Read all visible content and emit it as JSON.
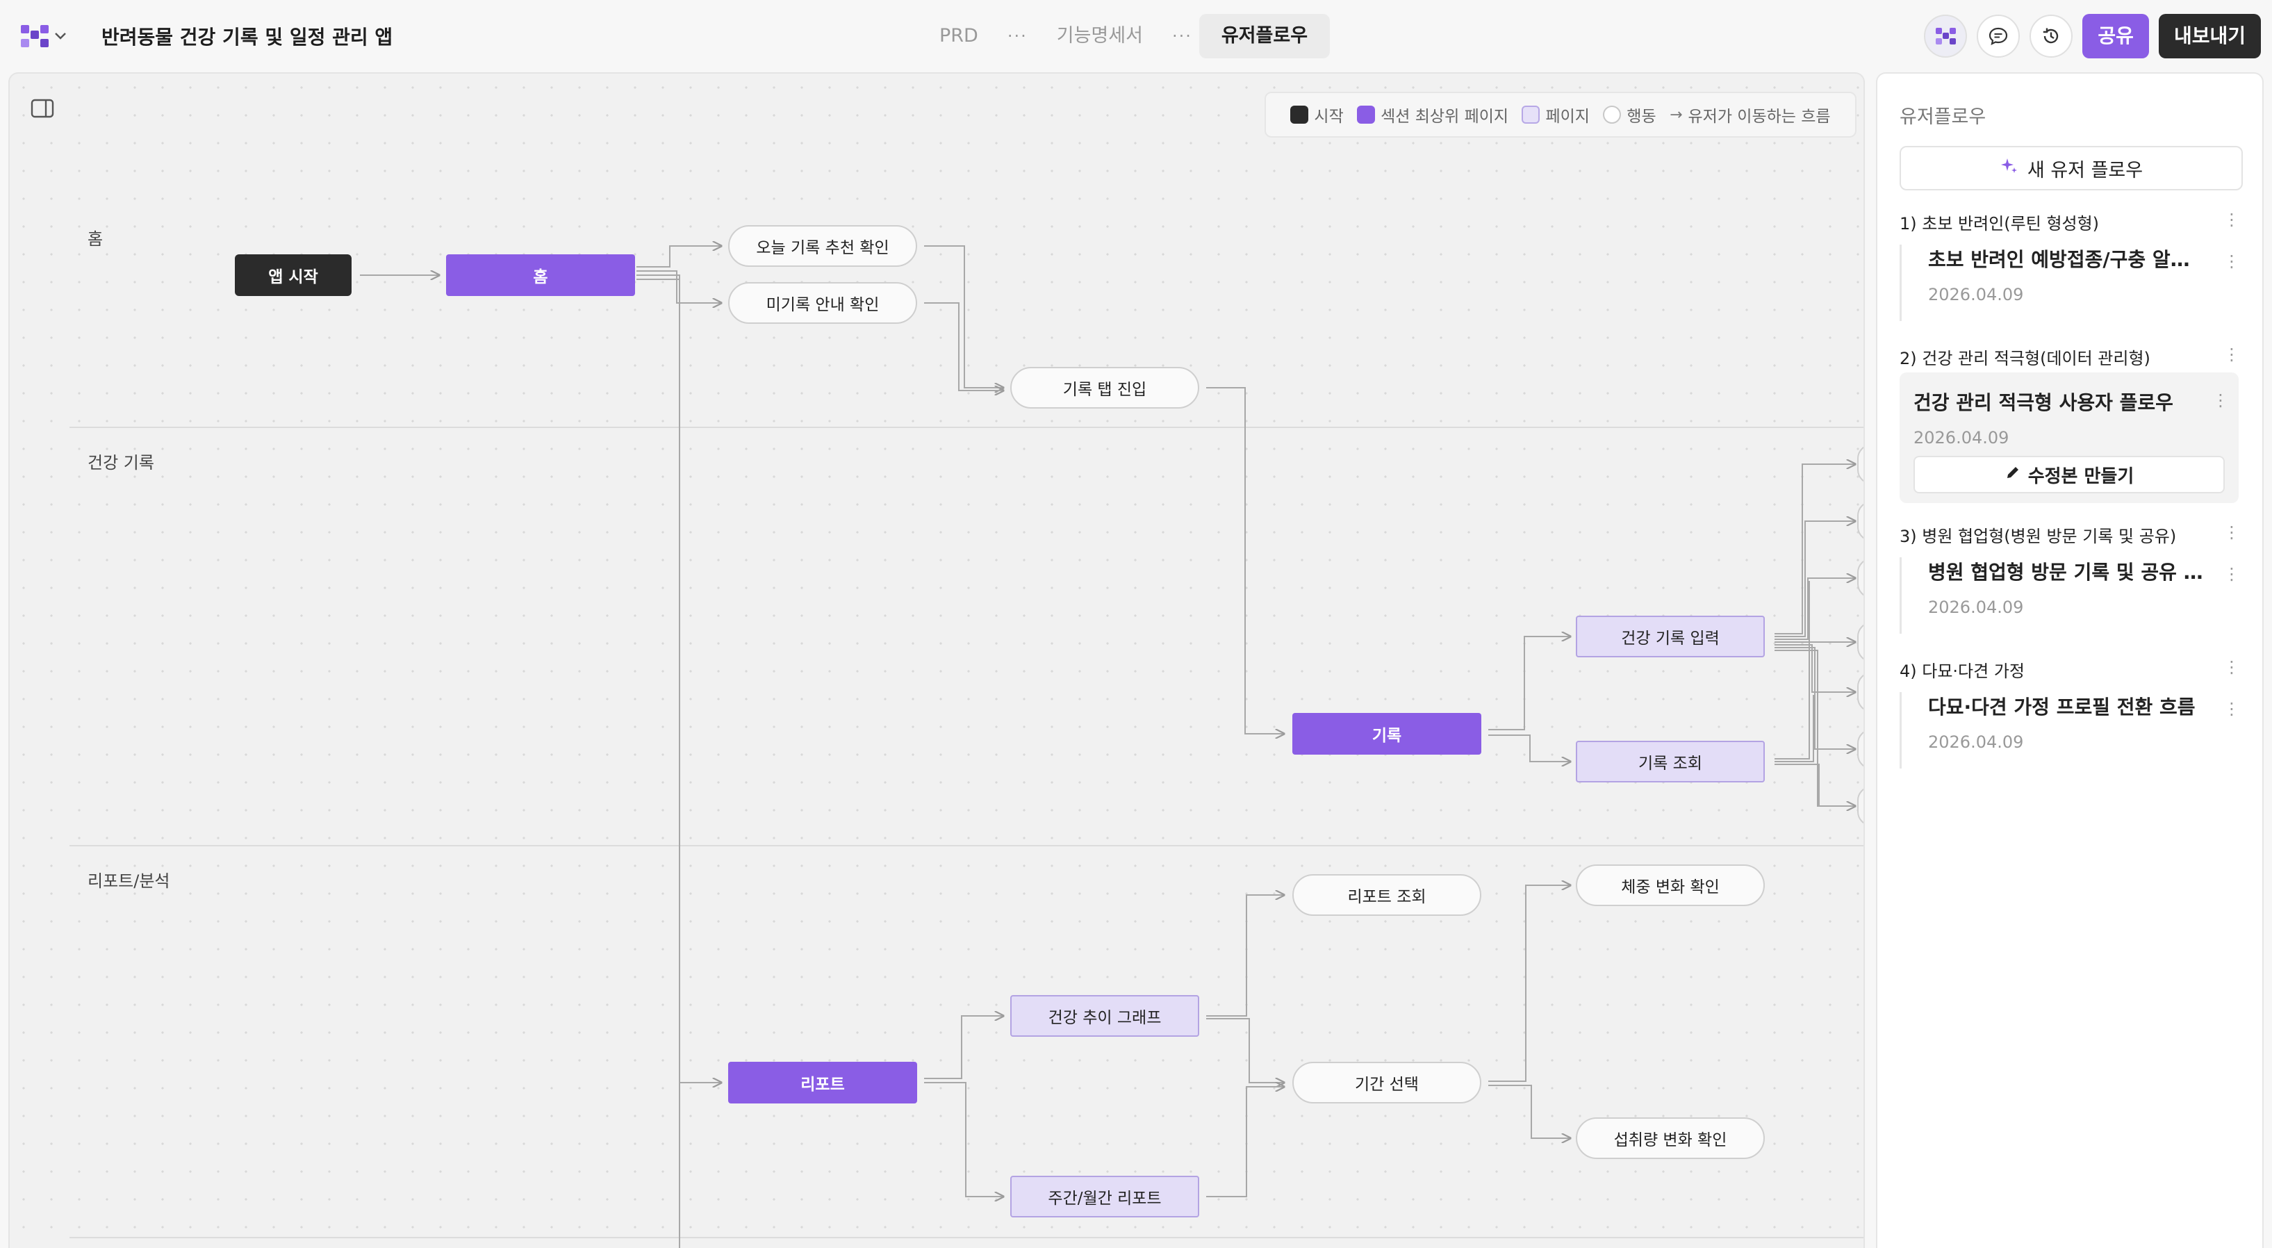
{
  "app": {
    "title": "반려동물 건강 기록 및 일정 관리 앱"
  },
  "doc_tabs": [
    {
      "label": "PRD"
    },
    {
      "label": "기능명세서"
    },
    {
      "label": "유저플로우",
      "active": true
    }
  ],
  "toolbar": {
    "share_label": "공유",
    "export_label": "내보내기"
  },
  "legend": {
    "start": "시작",
    "section": "섹션 최상위 페이지",
    "page": "페이지",
    "action": "행동",
    "flow": "유저가 이동하는 흐름"
  },
  "lanes": [
    {
      "label": "홈"
    },
    {
      "label": "건강 기록"
    },
    {
      "label": "리포트/분석"
    }
  ],
  "nodes": {
    "start": {
      "label": "앱 시작",
      "kind": "start"
    },
    "home": {
      "label": "홈",
      "kind": "section"
    },
    "today_rec": {
      "label": "오늘 기록 추천 확인",
      "kind": "action"
    },
    "unrecorded": {
      "label": "미기록 안내 확인",
      "kind": "action"
    },
    "record_tab": {
      "label": "기록 탭 진입",
      "kind": "action"
    },
    "record": {
      "label": "기록",
      "kind": "section"
    },
    "health_input": {
      "label": "건강 기록 입력",
      "kind": "page"
    },
    "record_view": {
      "label": "기록 조회",
      "kind": "page"
    },
    "report": {
      "label": "리포트",
      "kind": "section"
    },
    "trend_graph": {
      "label": "건강 추이 그래프",
      "kind": "page"
    },
    "period_report": {
      "label": "주간/월간 리포트",
      "kind": "page"
    },
    "report_view": {
      "label": "리포트 조회",
      "kind": "action"
    },
    "period_select": {
      "label": "기간 선택",
      "kind": "action"
    },
    "weight_check": {
      "label": "체중 변화 확인",
      "kind": "action"
    },
    "intake_check": {
      "label": "섭취량 변화 확인",
      "kind": "action"
    }
  },
  "colors": {
    "accent": "#8a5de5",
    "start": "#2b2b2b",
    "page_fill": "#e3ddf7",
    "page_border": "#b3a3e3",
    "edge": "#a8a8a8"
  },
  "sidebar": {
    "title": "유저플로우",
    "new_flow_label": "새 유저 플로우",
    "groups": [
      {
        "title": "1) 초보 반려인(루틴 형성형)",
        "flow": {
          "name": "초보 반려인 예방접종/구충 알림 등...",
          "date": "2026.04.09"
        }
      },
      {
        "title": "2) 건강 관리 적극형(데이터 관리형)",
        "flow": {
          "name": "건강 관리 적극형 사용자 플로우",
          "date": "2026.04.09",
          "selected": true,
          "action_label": "수정본 만들기"
        }
      },
      {
        "title": "3) 병원 협업형(병원 방문 기록 및 공유)",
        "flow": {
          "name": "병원 협업형 방문 기록 및 공유 흐름",
          "date": "2026.04.09"
        }
      },
      {
        "title": "4) 다묘·다견 가정",
        "flow": {
          "name": "다묘·다견 가정 프로필 전환 흐름",
          "date": "2026.04.09"
        }
      }
    ]
  },
  "icons": [
    "logo-icon",
    "chevron-down-icon",
    "avatar-icon",
    "comment-icon",
    "history-icon",
    "sidebar-toggle-icon",
    "sparkle-icon",
    "pencil-icon",
    "kebab-icon"
  ]
}
